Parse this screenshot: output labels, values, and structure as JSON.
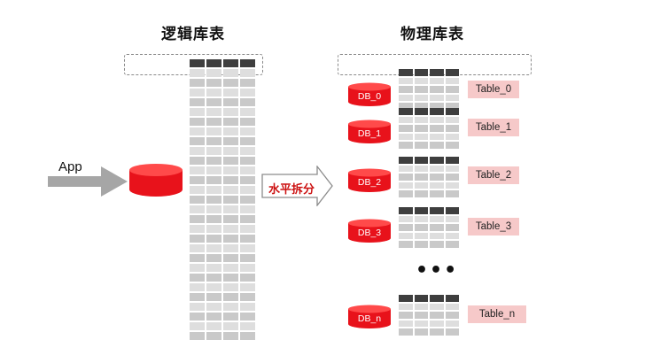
{
  "diagram": {
    "left_title": "逻辑库表",
    "right_title": "物理库表",
    "app_label": "App",
    "split_label": "水平拆分",
    "ellipsis": "•••",
    "colors": {
      "db_red": "#e8121b",
      "db_top": "#ff4a4a",
      "table_label_bg": "#f6c9c9",
      "header_cell": "#3e3e3e",
      "arrow_gray": "#a6a6a6"
    },
    "shards": [
      {
        "db": "DB_0",
        "table": "Table_0"
      },
      {
        "db": "DB_1",
        "table": "Table_1"
      },
      {
        "db": "DB_2",
        "table": "Table_2"
      },
      {
        "db": "DB_3",
        "table": "Table_3"
      },
      {
        "db": "DB_n",
        "table": "Table_n"
      }
    ]
  }
}
